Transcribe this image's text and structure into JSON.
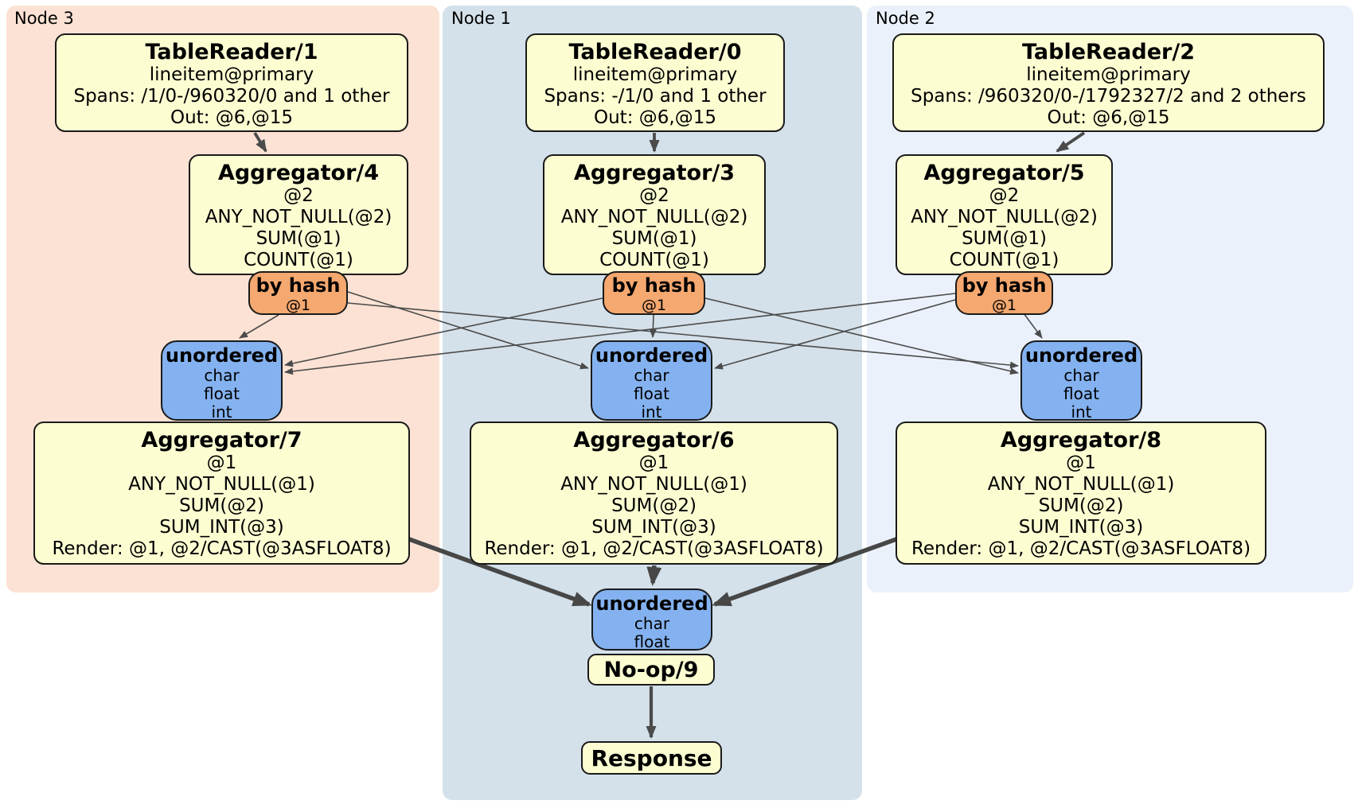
{
  "regions": {
    "node3": {
      "label": "Node 3"
    },
    "node1": {
      "label": "Node 1"
    },
    "node2": {
      "label": "Node 2"
    }
  },
  "processors": {
    "tablereader1": {
      "title": "TableReader/1",
      "lines": [
        "lineitem@primary",
        "Spans: /1/0-/960320/0 and 1 other",
        "Out: @6,@15"
      ]
    },
    "tablereader0": {
      "title": "TableReader/0",
      "lines": [
        "lineitem@primary",
        "Spans: -/1/0 and 1 other",
        "Out: @6,@15"
      ]
    },
    "tablereader2": {
      "title": "TableReader/2",
      "lines": [
        "lineitem@primary",
        "Spans: /960320/0-/1792327/2 and 2 others",
        "Out: @6,@15"
      ]
    },
    "aggregator4": {
      "title": "Aggregator/4",
      "lines": [
        "@2",
        "ANY_NOT_NULL(@2)",
        "SUM(@1)",
        "COUNT(@1)"
      ]
    },
    "aggregator3": {
      "title": "Aggregator/3",
      "lines": [
        "@2",
        "ANY_NOT_NULL(@2)",
        "SUM(@1)",
        "COUNT(@1)"
      ]
    },
    "aggregator5": {
      "title": "Aggregator/5",
      "lines": [
        "@2",
        "ANY_NOT_NULL(@2)",
        "SUM(@1)",
        "COUNT(@1)"
      ]
    },
    "aggregator7": {
      "title": "Aggregator/7",
      "lines": [
        "@1",
        "ANY_NOT_NULL(@1)",
        "SUM(@2)",
        "SUM_INT(@3)",
        "Render: @1, @2/CAST(@3ASFLOAT8)"
      ]
    },
    "aggregator6": {
      "title": "Aggregator/6",
      "lines": [
        "@1",
        "ANY_NOT_NULL(@1)",
        "SUM(@2)",
        "SUM_INT(@3)",
        "Render: @1, @2/CAST(@3ASFLOAT8)"
      ]
    },
    "aggregator8": {
      "title": "Aggregator/8",
      "lines": [
        "@1",
        "ANY_NOT_NULL(@1)",
        "SUM(@2)",
        "SUM_INT(@3)",
        "Render: @1, @2/CAST(@3ASFLOAT8)"
      ]
    },
    "noop": {
      "title": "No-op/9"
    },
    "response": {
      "title": "Response"
    }
  },
  "routers": {
    "byhash_node3": {
      "title": "by hash",
      "detail": "@1"
    },
    "byhash_node1": {
      "title": "by hash",
      "detail": "@1"
    },
    "byhash_node2": {
      "title": "by hash",
      "detail": "@1"
    }
  },
  "syncs": {
    "unordered_node3": {
      "title": "unordered",
      "types": [
        "char",
        "float",
        "int"
      ]
    },
    "unordered_node1": {
      "title": "unordered",
      "types": [
        "char",
        "float",
        "int"
      ]
    },
    "unordered_node2": {
      "title": "unordered",
      "types": [
        "char",
        "float",
        "int"
      ]
    },
    "unordered_final": {
      "title": "unordered",
      "types": [
        "char",
        "float"
      ]
    }
  },
  "colors": {
    "page_bg": "#ffffff",
    "node3_bg": "#fce2d4",
    "node1_bg": "#d4e1ea",
    "node2_bg": "#ebf1fa",
    "processor_bg": "#fdfdd2",
    "router_bg": "#f5a86f",
    "sync_bg": "#84b2f0",
    "box_border": "#1a1a1a",
    "edge_color": "#4b4b4b"
  }
}
